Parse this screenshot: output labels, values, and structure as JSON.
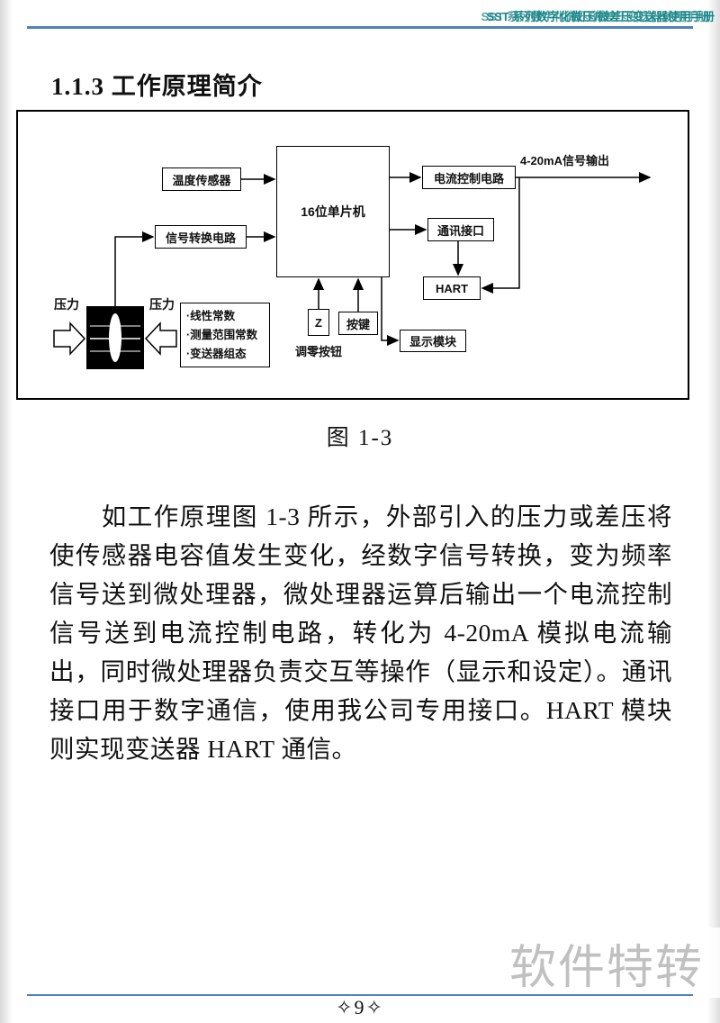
{
  "header": {
    "manual_title": "SST 系列数字化微压/微差压变送器使用手册"
  },
  "section": {
    "heading": "1.1.3 工作原理简介"
  },
  "figure": {
    "caption": "图 1-3"
  },
  "body": {
    "paragraph": "如工作原理图 1-3 所示，外部引入的压力或差压将使传感器电容值发生变化，经数字信号转换，变为频率信号送到微处理器，微处理器运算后输出一个电流控制信号送到电流控制电路，转化为 4-20mA 模拟电流输出，同时微处理器负责交互等操作（显示和设定）。通讯接口用于数字通信，使用我公司专用接口。HART 模块则实现变送器 HART 通信。"
  },
  "diagram": {
    "temp_sensor": "温度传感器",
    "signal_convert": "信号转换电路",
    "mcu": "16位单片机",
    "current_control": "电流控制电路",
    "comm_interface": "通讯接口",
    "hart": "HART",
    "display_module": "显示模块",
    "zero_key": "Z",
    "zero_caption": "调零按钮",
    "keys": "按键",
    "constants": [
      "·线性常数",
      "·测量范围常数",
      "·变送器组态"
    ],
    "pressure_left": "压力",
    "pressure_right": "压力",
    "output_label": "4-20mA信号输出"
  },
  "watermark": {
    "text": "软件特转"
  },
  "footer": {
    "page_number": "✧9✧"
  },
  "colors": {
    "header_teal": "#1a8689",
    "rule_blue": "#4f81bd",
    "watermark_gray": "#c0c0c0",
    "diagram_line": "#000000"
  }
}
